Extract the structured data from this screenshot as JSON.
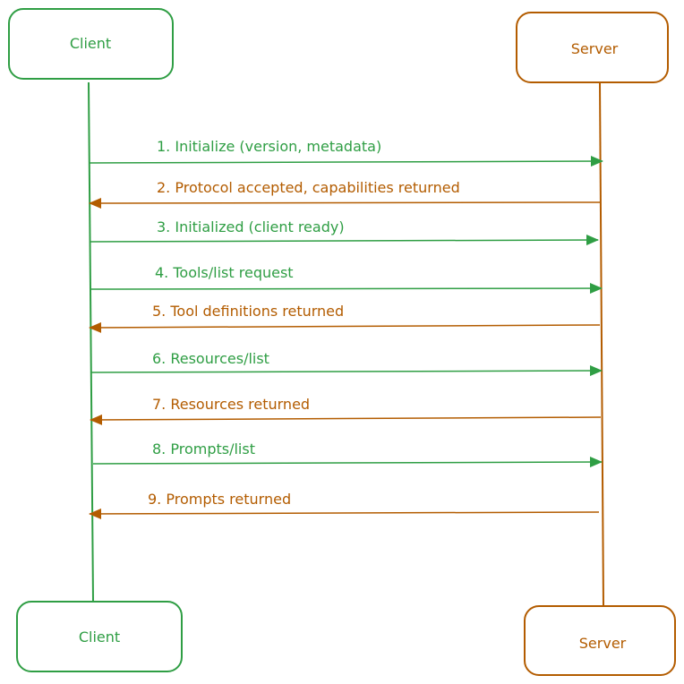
{
  "colors": {
    "client": "#2f9e44",
    "server": "#b35c00"
  },
  "participants": {
    "client_top": "Client",
    "server_top": "Server",
    "client_bottom": "Client",
    "server_bottom": "Server"
  },
  "messages": [
    {
      "label": "1. Initialize (version, metadata)",
      "direction": "client-to-server"
    },
    {
      "label": "2. Protocol accepted, capabilities returned",
      "direction": "server-to-client"
    },
    {
      "label": "3. Initialized (client ready)",
      "direction": "client-to-server"
    },
    {
      "label": "4. Tools/list request",
      "direction": "client-to-server"
    },
    {
      "label": "5. Tool definitions returned",
      "direction": "server-to-client"
    },
    {
      "label": "6. Resources/list",
      "direction": "client-to-server"
    },
    {
      "label": "7. Resources returned",
      "direction": "server-to-client"
    },
    {
      "label": "8. Prompts/list",
      "direction": "client-to-server"
    },
    {
      "label": "9. Prompts returned",
      "direction": "server-to-client"
    }
  ]
}
